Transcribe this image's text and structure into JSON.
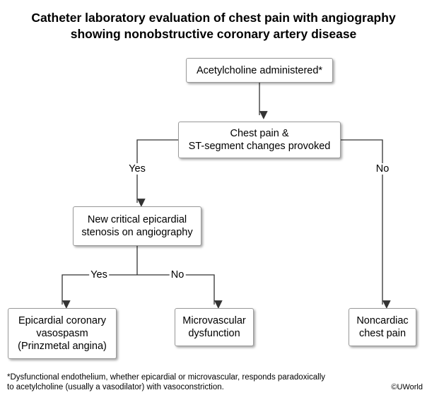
{
  "title": {
    "line1": "Catheter laboratory evaluation of chest pain with angiography",
    "line2": "showing nonobstructive coronary artery disease"
  },
  "nodes": {
    "acetylcholine": [
      "Acetylcholine administered*"
    ],
    "chest_pain": [
      "Chest pain &",
      "ST-segment changes provoked"
    ],
    "stenosis": [
      "New critical epicardial",
      "stenosis on angiography"
    ],
    "vasospasm": [
      "Epicardial coronary",
      "vasospasm",
      "(Prinzmetal angina)"
    ],
    "microvascular": [
      "Microvascular",
      "dysfunction"
    ],
    "noncardiac": [
      "Noncardiac",
      "chest pain"
    ]
  },
  "edge_labels": {
    "chest_pain_yes": "Yes",
    "chest_pain_no": "No",
    "stenosis_yes": "Yes",
    "stenosis_no": "No"
  },
  "footnote": {
    "line1": "*Dysfunctional endothelium, whether epicardial or microvascular, responds paradoxically",
    "line2": "to acetylcholine (usually a vasodilator) with vasoconstriction."
  },
  "copyright": "©UWorld",
  "colors": {
    "line": "#333333",
    "box_border": "#9a9a9a"
  }
}
